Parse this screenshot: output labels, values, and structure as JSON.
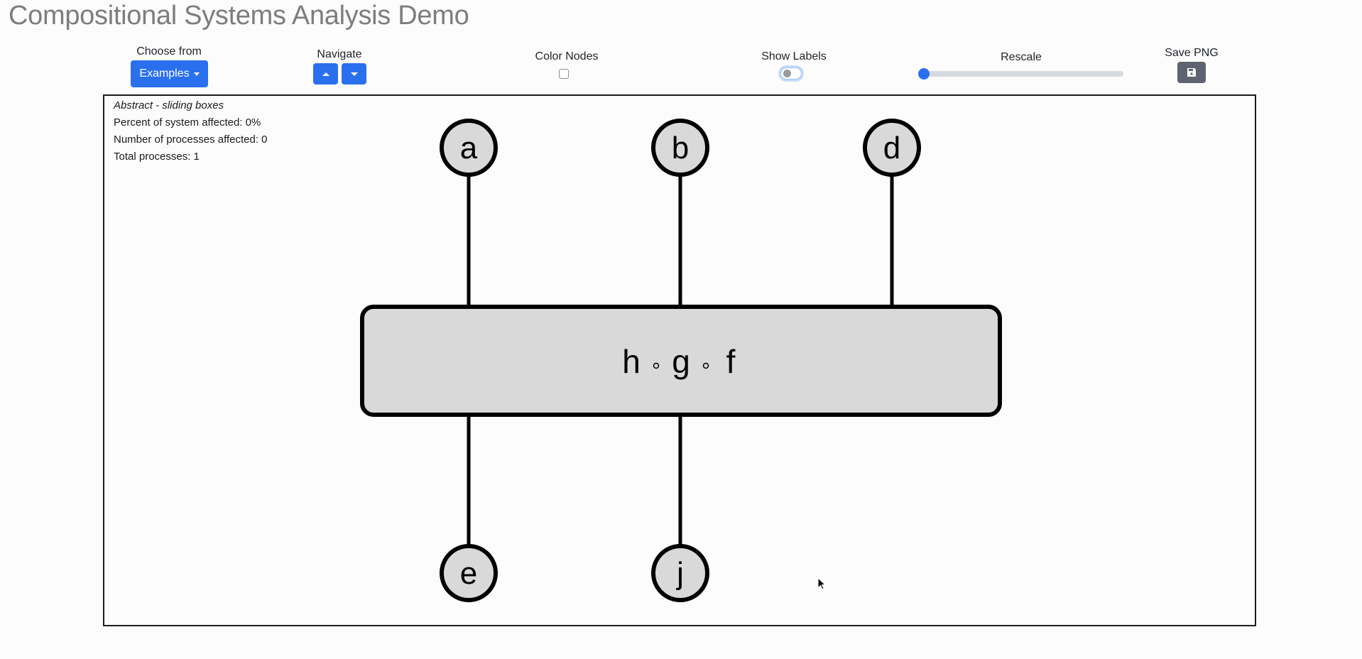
{
  "app": {
    "title": "Compositional Systems Analysis Demo"
  },
  "controls": {
    "choose_from": {
      "label": "Choose from",
      "button_label": "Examples"
    },
    "navigate": {
      "label": "Navigate",
      "up_icon": "caret-up-icon",
      "down_icon": "caret-down-icon"
    },
    "color_nodes": {
      "label": "Color Nodes",
      "checked": false
    },
    "show_labels": {
      "label": "Show Labels",
      "enabled": false
    },
    "rescale": {
      "label": "Rescale",
      "value_fraction": 0.0
    },
    "save_png": {
      "label": "Save PNG",
      "icon": "floppy-disk-icon"
    }
  },
  "colors": {
    "primary": "#2a70ee",
    "secondary": "#5d6470",
    "node_fill": "#d9d9d9",
    "stroke": "#000000",
    "title": "#7d7d7d"
  },
  "canvas": {
    "example_name": "Abstract - sliding boxes",
    "stats": [
      "Percent of system affected: 0%",
      "Number of processes affected: 0",
      "Total processes: 1"
    ]
  },
  "diagram": {
    "process": {
      "label_parts": [
        "h",
        "g",
        "f"
      ],
      "separator": "∘"
    },
    "inputs": [
      {
        "label": "a"
      },
      {
        "label": "b"
      },
      {
        "label": "d"
      }
    ],
    "outputs": [
      {
        "label": "e"
      },
      {
        "label": "j"
      }
    ]
  }
}
